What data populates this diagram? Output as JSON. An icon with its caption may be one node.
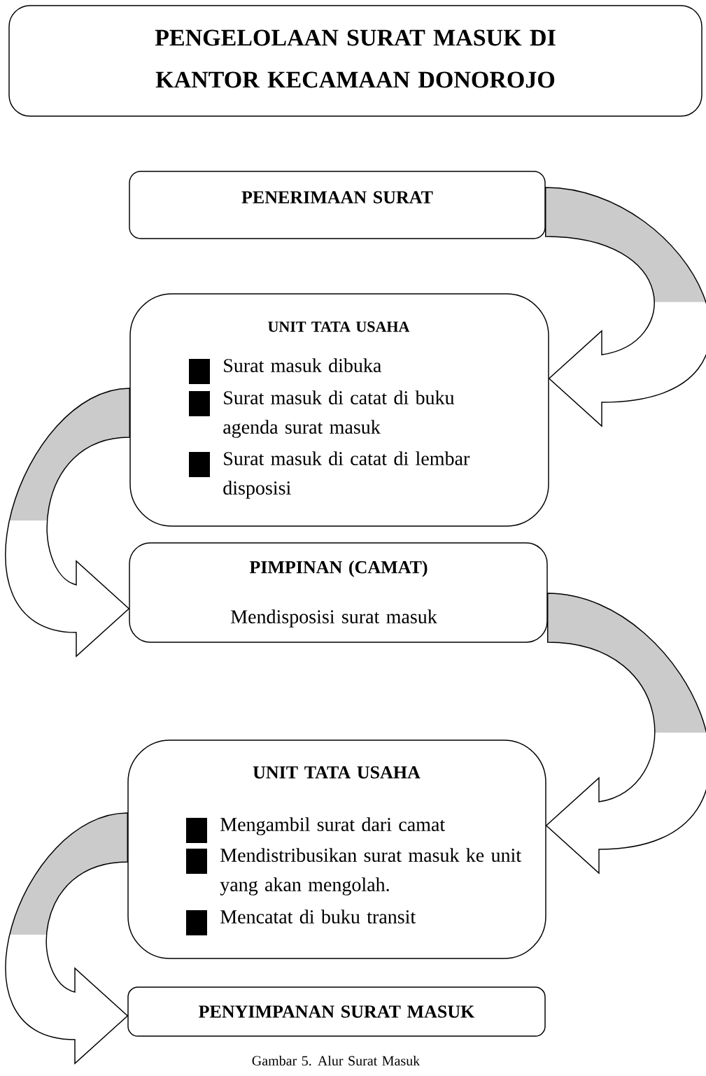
{
  "diagram": {
    "caption": "Gambar 5. Alur Surat Masuk",
    "nodes": [
      {
        "text": [
          "PENGELOLAAN SURAT MASUK DI KANTOR KECAMAAN DONOROJO"
        ]
      },
      {
        "text": [
          "PENERIMAAN SURAT"
        ]
      },
      {
        "text": [
          "UNIT TATA USAHA",
          "Surat masuk dibuka",
          "Surat masuk di catat di buku agenda surat masuk",
          "Surat masuk di catat di lembar disposisi"
        ]
      },
      {
        "text": [
          "PIMPINAN (CAMAT)",
          "Mendisposisi surat masuk"
        ]
      },
      {
        "text": [
          "UNIT TATA USAHA",
          "Mengambil surat dari camat",
          "Mendistribusikan surat masuk ke unit yang akan mengolah.",
          "Mencatat di buku transit"
        ]
      },
      {
        "text": [
          "PENYIMPANAN SURAT MASUK"
        ]
      }
    ],
    "edges": [
      {
        "from": 1,
        "to": 2,
        "arrow": "to"
      },
      {
        "from": 2,
        "to": 3,
        "arrow": "to"
      },
      {
        "from": 3,
        "to": 4,
        "arrow": "to"
      },
      {
        "from": 4,
        "to": 5,
        "arrow": "to"
      }
    ]
  }
}
